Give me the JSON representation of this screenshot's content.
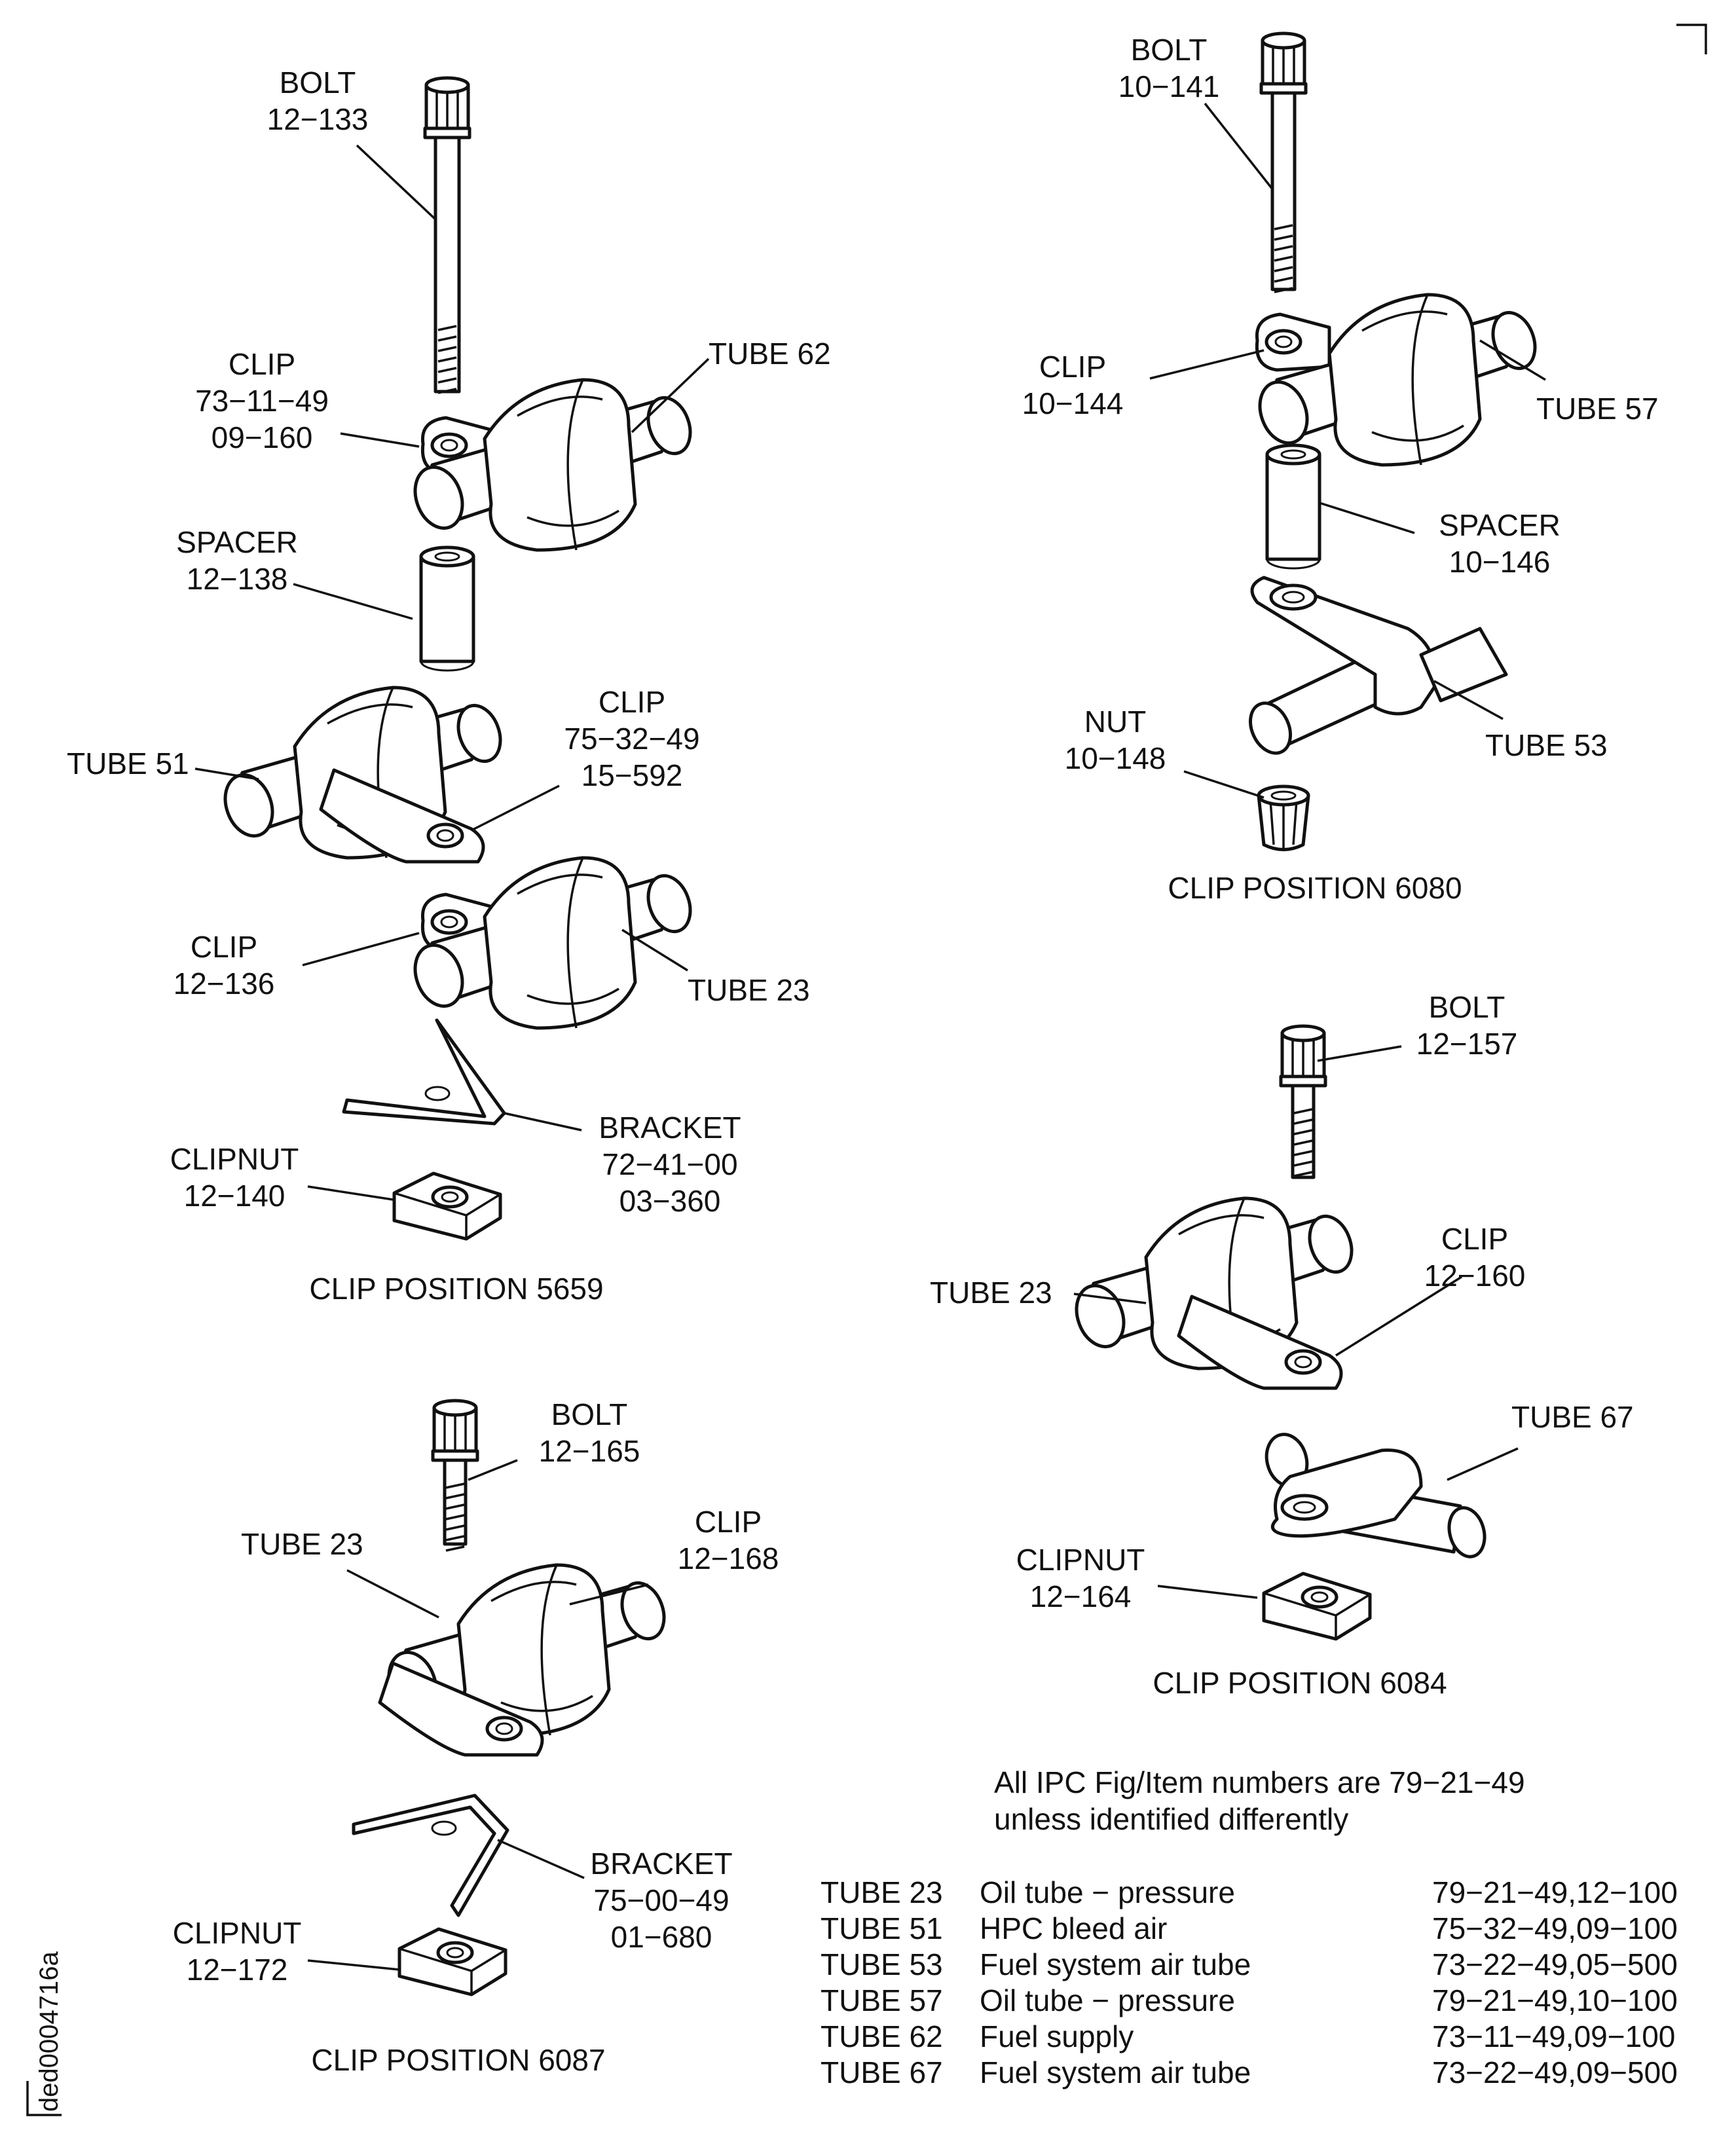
{
  "diagram_id": "ded0004716a",
  "positions": {
    "p5659": {
      "caption": "CLIP POSITION 5659",
      "bolt": [
        "BOLT",
        "12−133"
      ],
      "clip_top": [
        "CLIP",
        "73−11−49",
        "09−160"
      ],
      "tube_top": "TUBE 62",
      "spacer": [
        "SPACER",
        "12−138"
      ],
      "tube_mid": "TUBE 51",
      "clip_mid": [
        "CLIP",
        "75−32−49",
        "15−592"
      ],
      "clip_low": [
        "CLIP",
        "12−136"
      ],
      "tube_low": "TUBE 23",
      "bracket": [
        "BRACKET",
        "72−41−00",
        "03−360"
      ],
      "clipnut": [
        "CLIPNUT",
        "12−140"
      ]
    },
    "p6080": {
      "caption": "CLIP POSITION 6080",
      "bolt": [
        "BOLT",
        "10−141"
      ],
      "clip": [
        "CLIP",
        "10−144"
      ],
      "tube_top": "TUBE 57",
      "spacer": [
        "SPACER",
        "10−146"
      ],
      "tube_low": "TUBE 53",
      "nut": [
        "NUT",
        "10−148"
      ]
    },
    "p6084": {
      "caption": "CLIP POSITION 6084",
      "bolt": [
        "BOLT",
        "12−157"
      ],
      "tube_top": "TUBE 23",
      "clip": [
        "CLIP",
        "12−160"
      ],
      "tube_low": "TUBE 67",
      "clipnut": [
        "CLIPNUT",
        "12−164"
      ]
    },
    "p6087": {
      "caption": "CLIP POSITION 6087",
      "bolt": [
        "BOLT",
        "12−165"
      ],
      "tube": "TUBE 23",
      "clip": [
        "CLIP",
        "12−168"
      ],
      "bracket": [
        "BRACKET",
        "75−00−49",
        "01−680"
      ],
      "clipnut": [
        "CLIPNUT",
        "12−172"
      ]
    }
  },
  "note": [
    "All IPC Fig/Item numbers are 79−21−49",
    "unless identified differently"
  ],
  "legend": [
    {
      "tube": "TUBE 23",
      "desc": "Oil tube − pressure",
      "ref": "79−21−49,12−100"
    },
    {
      "tube": "TUBE 51",
      "desc": "HPC bleed air",
      "ref": "75−32−49,09−100"
    },
    {
      "tube": "TUBE 53",
      "desc": "Fuel system air tube",
      "ref": "73−22−49,05−500"
    },
    {
      "tube": "TUBE 57",
      "desc": "Oil tube − pressure",
      "ref": "79−21−49,10−100"
    },
    {
      "tube": "TUBE 62",
      "desc": "Fuel supply",
      "ref": "73−11−49,09−100"
    },
    {
      "tube": "TUBE 67",
      "desc": "Fuel system air tube",
      "ref": "73−22−49,09−500"
    }
  ]
}
